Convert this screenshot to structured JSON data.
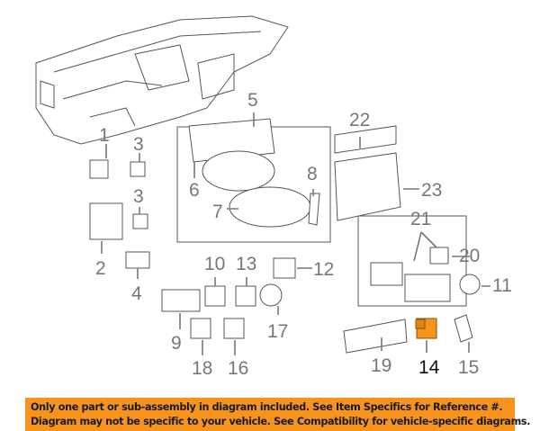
{
  "callouts": {
    "c1": "1",
    "c2": "2",
    "c3a": "3",
    "c3b": "3",
    "c4": "4",
    "c5": "5",
    "c6": "6",
    "c7": "7",
    "c8": "8",
    "c9": "9",
    "c10": "10",
    "c11": "11",
    "c12": "12",
    "c13": "13",
    "c14": "14",
    "c15": "15",
    "c16": "16",
    "c17": "17",
    "c18": "18",
    "c19": "19",
    "c20": "20",
    "c21": "21",
    "c22": "22",
    "c23": "23"
  },
  "highlighted_part": "14",
  "colors": {
    "highlight": "#F7941D",
    "banner": "#F7941D"
  },
  "banner": {
    "line1": "Only one part or sub-assembly in diagram included. See Item Specifics for Reference #.",
    "line2": "Diagram may not be specific to your vehicle. See Compatibility for vehicle-specific diagrams."
  }
}
